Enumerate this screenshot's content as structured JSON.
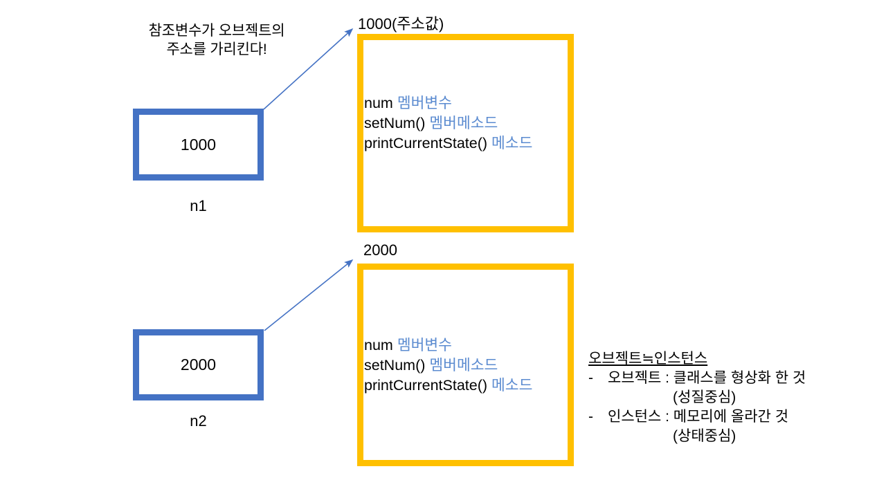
{
  "colors": {
    "reference_box_border": "#4472C4",
    "object_box_border": "#FFC000",
    "annotation_blue": "#5B8BD0",
    "arrow": "#4472C4",
    "text": "#000000",
    "background": "#FFFFFF"
  },
  "caption": {
    "pointer_note": "참조변수가 오브젝트의\n주소를 가리킨다!"
  },
  "references": [
    {
      "id": "n1",
      "value": "1000",
      "label": "n1"
    },
    {
      "id": "n2",
      "value": "2000",
      "label": "n2"
    }
  ],
  "objects": [
    {
      "id": "object-1",
      "address": "1000(주소값)",
      "members": [
        {
          "code": "num",
          "note": "멤버변수"
        },
        {
          "code": "setNum()",
          "note": "멤버메소드"
        },
        {
          "code": "printCurrentState()",
          "note": "메소드"
        }
      ]
    },
    {
      "id": "object-2",
      "address": "2000",
      "members": [
        {
          "code": "num",
          "note": "멤버변수"
        },
        {
          "code": "setNum()",
          "note": "멤버메소드"
        },
        {
          "code": "printCurrentState()",
          "note": "메소드"
        }
      ]
    }
  ],
  "definitions": {
    "heading": "오브젝트≒인스턴스",
    "items": [
      {
        "dash": "-",
        "term_line": "오브젝트 : 클래스를 형상화 한 것",
        "sub": "(성질중심)"
      },
      {
        "dash": "-",
        "term_line": "인스턴스 : 메모리에 올라간 것",
        "sub": "(상태중심)"
      }
    ]
  }
}
